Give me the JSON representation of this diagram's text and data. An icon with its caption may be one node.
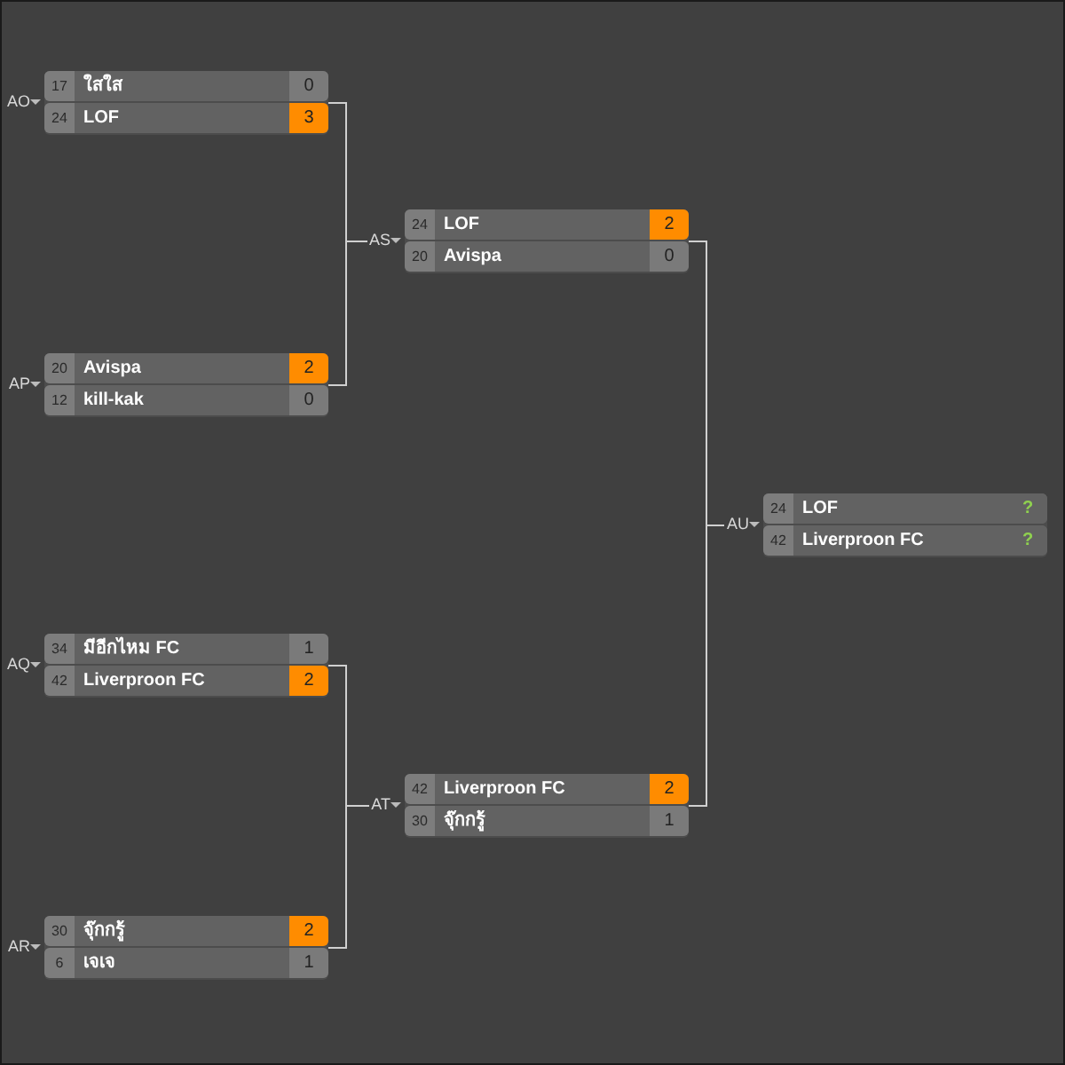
{
  "diagram": {
    "nodes": [
      {
        "text": [],
        "shape": "box",
        "beside": [
          "AO"
        ]
      },
      {
        "text": [
          "17",
          "ใสใส",
          "0"
        ],
        "in": 0
      },
      {
        "text": [
          "24",
          "LOF",
          "3"
        ],
        "in": 0
      },
      {
        "text": [],
        "shape": "box",
        "beside": [
          "AP"
        ]
      },
      {
        "text": [
          "20",
          "Avispa",
          "2"
        ],
        "in": 3
      },
      {
        "text": [
          "12",
          "kill-kak",
          "0"
        ],
        "in": 3
      },
      {
        "text": [],
        "shape": "box",
        "beside": [
          "AQ"
        ]
      },
      {
        "text": [
          "34",
          "มีอีกไหม FC",
          "1"
        ],
        "in": 6
      },
      {
        "text": [
          "42",
          "Liverproon FC",
          "2"
        ],
        "in": 6
      },
      {
        "text": [],
        "shape": "box",
        "beside": [
          "AR"
        ]
      },
      {
        "text": [
          "30",
          "จุ๊กกรู้",
          "2"
        ],
        "in": 9
      },
      {
        "text": [
          "6",
          "เจเจ",
          "1"
        ],
        "in": 9
      },
      {
        "text": [],
        "shape": "box",
        "beside": [
          "AS"
        ]
      },
      {
        "text": [
          "24",
          "LOF",
          "2"
        ],
        "in": 12
      },
      {
        "text": [
          "20",
          "Avispa",
          "0"
        ],
        "in": 12
      },
      {
        "text": [],
        "shape": "box",
        "beside": [
          "AT"
        ]
      },
      {
        "text": [
          "42",
          "Liverproon FC",
          "2"
        ],
        "in": 15
      },
      {
        "text": [
          "30",
          "จุ๊กกรู้",
          "1"
        ],
        "in": 15
      },
      {
        "text": [],
        "shape": "box",
        "beside": [
          "AU"
        ]
      },
      {
        "text": [
          "24",
          "LOF",
          "?"
        ],
        "in": 18
      },
      {
        "text": [
          "42",
          "Liverproon FC",
          "?"
        ],
        "in": 18
      }
    ],
    "edges": [
      {
        "from": 0,
        "to": 12,
        "arrow": "none"
      },
      {
        "from": 3,
        "to": 12,
        "arrow": "none"
      },
      {
        "from": 6,
        "to": 15,
        "arrow": "none"
      },
      {
        "from": 9,
        "to": 15,
        "arrow": "none"
      },
      {
        "from": 12,
        "to": 18,
        "arrow": "none"
      },
      {
        "from": 15,
        "to": 18,
        "arrow": "none"
      }
    ]
  }
}
